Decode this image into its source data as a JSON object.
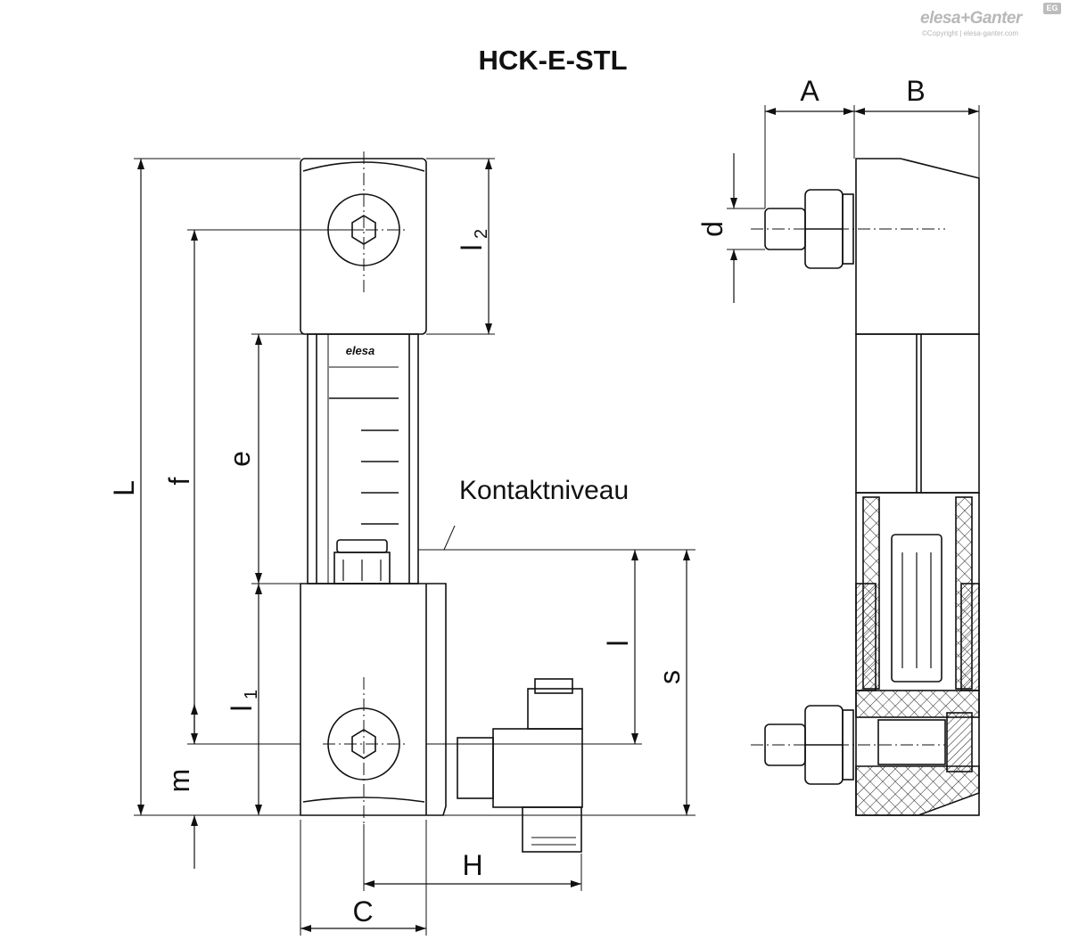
{
  "title": "HCK-E-STL",
  "brand": {
    "logo_text": "elesa+Ganter",
    "badge": "EG",
    "copyright": "©Copyright | elesa-ganter.com"
  },
  "gauge_logo": "elesa",
  "annotation": "Kontaktniveau",
  "dimensions": {
    "L": "L",
    "f": "f",
    "e": "e",
    "l2": "l",
    "l2_sub": "2",
    "l1": "l",
    "l1_sub": "1",
    "l": "l",
    "s": "s",
    "m": "m",
    "H": "H",
    "C": "C",
    "A": "A",
    "B": "B",
    "d": "d"
  },
  "colors": {
    "line": "#111111",
    "hatch": "#222222",
    "brand_gray": "#b8b8b8"
  }
}
